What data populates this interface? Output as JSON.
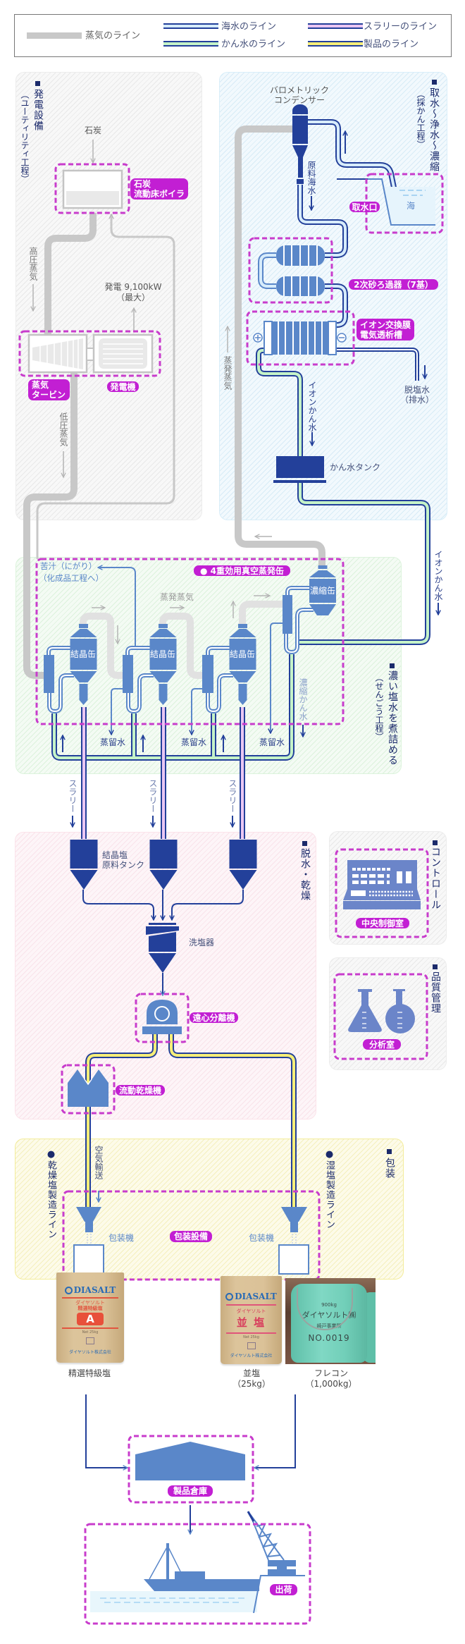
{
  "legend": {
    "steam_label": "蒸気のライン",
    "seawater_label": "海水のライン",
    "slurry_label": "スラリーのライン",
    "kansui_label": "かん水のライン",
    "product_label": "製品のライン"
  },
  "line_colors": {
    "steam": "#c8c8c8",
    "seawater_fill": "#d7ecfb",
    "kansui_fill": "#c5f3c8",
    "slurry_fill": "#eac6f3",
    "product_fill": "#f6ee78",
    "pipe_outline": "#23409a",
    "equipment": "#5a87c9",
    "equipment_highlight": "#c21fd3"
  },
  "power_section": {
    "title": "発電設備",
    "subtitle": "（ユーティリティ工程）",
    "coal": "石炭",
    "boiler_label": [
      "石炭",
      "流動床ボイラ"
    ],
    "high_pressure_steam": "高圧蒸気",
    "power_output": "発電 9,100kW",
    "power_output_note": "（最大）",
    "turbine_label": [
      "蒸気",
      "タービン"
    ],
    "generator_label": "発電機",
    "low_pressure_steam": "低圧蒸気"
  },
  "intake_section": {
    "title": "取水～浄水～濃縮",
    "subtitle": "（採かん工程）",
    "condenser": [
      "バロメトリック",
      "コンデンサー"
    ],
    "raw_seawater": "原料海水",
    "sea": "海",
    "intake_label": "取水口",
    "filter_label": "2次砂ろ過器（7基）",
    "electrodialysis_label": [
      "イオン交換膜",
      "電気透析槽"
    ],
    "desalted_water": [
      "脱塩水",
      "（排水）"
    ],
    "ion_brine": "イオンかん水",
    "brine_tank": "かん水タンク",
    "evaporated_steam": "蒸発蒸気"
  },
  "boiling_section": {
    "title": "濃い塩水を煮詰める",
    "subtitle": "（せんごう工程）",
    "bittern": [
      "苦汁（にがり）",
      "（化成品工程へ）"
    ],
    "evaporator_label": "● 4重効用真空蒸発缶",
    "evaporated_steam": "蒸発蒸気",
    "crystallizers": [
      "結晶缶",
      "結晶缶",
      "結晶缶"
    ],
    "concentrator": "濃縮缶",
    "distilled_water": [
      "蒸留水",
      "蒸留水",
      "蒸留水"
    ],
    "concentrated_brine": "濃縮かん水",
    "ion_brine": "イオンかん水",
    "slurry": [
      "スラリー",
      "スラリー",
      "スラリー"
    ]
  },
  "dewatering_section": {
    "title": "脱水・乾燥",
    "tank_label": [
      "結晶塩",
      "原料タンク"
    ],
    "washer": "洗塩器",
    "centrifuge_label": "遠心分離機",
    "dryer_label": "流動乾燥機"
  },
  "control_section": {
    "title": "コントロール",
    "room_label": "中央制御室"
  },
  "quality_section": {
    "title": "品質管理",
    "room_label": "分析室"
  },
  "packing_section": {
    "title": "包装",
    "dry_line": "●乾燥塩製造ライン",
    "wet_line": "●湿塩製造ライン",
    "air_transport": "空気輸送",
    "machines": [
      "包装機",
      "包装機"
    ],
    "equipment_label": "包装設備"
  },
  "products": [
    {
      "name": "精選特級塩",
      "bag_text": {
        "brand": "DIASALT",
        "maker": "ダイヤソルト",
        "product": "精選特級塩",
        "grade": "A",
        "net": "Net 25kg",
        "company": "ダイヤソルト株式会社"
      }
    },
    {
      "name": "並塩",
      "size": "（25kg）",
      "bag_text": {
        "brand": "DIASALT",
        "maker": "ダイヤソルト",
        "product": "並 塩",
        "net": "Net 25kg",
        "company": "ダイヤソルト株式会社"
      }
    },
    {
      "name": "フレコン",
      "size": "（1,000kg）",
      "bag_text": {
        "weight": "900kg",
        "company": "ダイヤソルト㈱",
        "plant": "崎戸事業所",
        "serial": "NO.0019"
      }
    }
  ],
  "warehouse": {
    "label": "製品倉庫"
  },
  "shipping": {
    "label": "出荷"
  }
}
